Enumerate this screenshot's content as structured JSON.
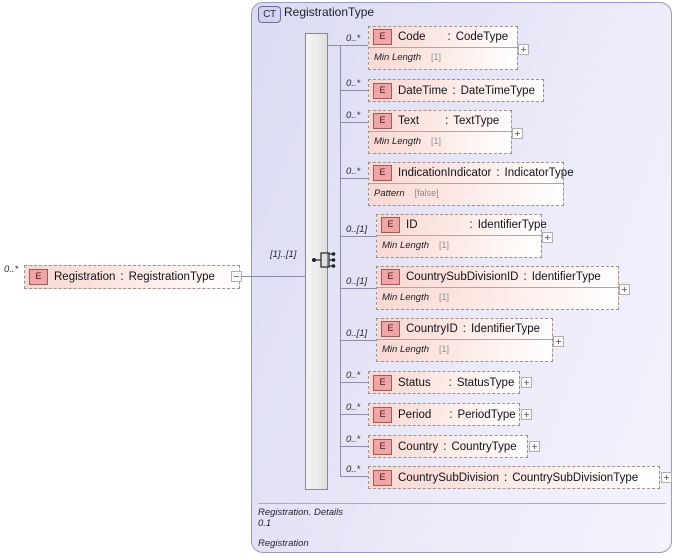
{
  "diagram": {
    "type_badge": "CT",
    "type_name": "RegistrationType",
    "root": {
      "badge": "E",
      "name": "Registration",
      "separator": ":",
      "type": "RegistrationType",
      "cardinality": "0..*",
      "expander": "minus"
    },
    "model_group": {
      "kind": "sequence",
      "cardinality": "[1]..[1]"
    },
    "children": [
      {
        "badge": "E",
        "name": "Code",
        "separator": ":",
        "type": "CodeType",
        "cardinality": "0..*",
        "facet_name": "Min Length",
        "facet_value": "[1]",
        "has_expander": true
      },
      {
        "badge": "E",
        "name": "DateTime",
        "separator": ":",
        "type": "DateTimeType",
        "cardinality": "0..*",
        "facet_name": null,
        "facet_value": null,
        "has_expander": false
      },
      {
        "badge": "E",
        "name": "Text",
        "separator": ":",
        "type": "TextType",
        "cardinality": "0..*",
        "facet_name": "Min Length",
        "facet_value": "[1]",
        "has_expander": true
      },
      {
        "badge": "E",
        "name": "IndicationIndicator",
        "separator": ":",
        "type": "IndicatorType",
        "cardinality": "0..*",
        "facet_name": "Pattern",
        "facet_value": "[false]",
        "has_expander": false
      },
      {
        "badge": "E",
        "name": "ID",
        "separator": ":",
        "type": "IdentifierType",
        "cardinality": "0..[1]",
        "facet_name": "Min Length",
        "facet_value": "[1]",
        "has_expander": true
      },
      {
        "badge": "E",
        "name": "CountrySubDivisionID",
        "separator": ":",
        "type": "IdentifierType",
        "cardinality": "0..[1]",
        "facet_name": "Min Length",
        "facet_value": "[1]",
        "has_expander": true
      },
      {
        "badge": "E",
        "name": "CountryID",
        "separator": ":",
        "type": "IdentifierType",
        "cardinality": "0..[1]",
        "facet_name": "Min Length",
        "facet_value": "[1]",
        "has_expander": true
      },
      {
        "badge": "E",
        "name": "Status",
        "separator": ":",
        "type": "StatusType",
        "cardinality": "0..*",
        "facet_name": null,
        "facet_value": null,
        "has_expander": true
      },
      {
        "badge": "E",
        "name": "Period",
        "separator": ":",
        "type": "PeriodType",
        "cardinality": "0..*",
        "facet_name": null,
        "facet_value": null,
        "has_expander": true
      },
      {
        "badge": "E",
        "name": "Country",
        "separator": ":",
        "type": "CountryType",
        "cardinality": "0..*",
        "facet_name": null,
        "facet_value": null,
        "has_expander": true
      },
      {
        "badge": "E",
        "name": "CountrySubDivision",
        "separator": ":",
        "type": "CountrySubDivisionType",
        "cardinality": "0..*",
        "facet_name": null,
        "facet_value": null,
        "has_expander": true
      }
    ],
    "annotation": {
      "line1": "Registration. Details",
      "line2": "0.1",
      "line3": "Registration"
    }
  }
}
